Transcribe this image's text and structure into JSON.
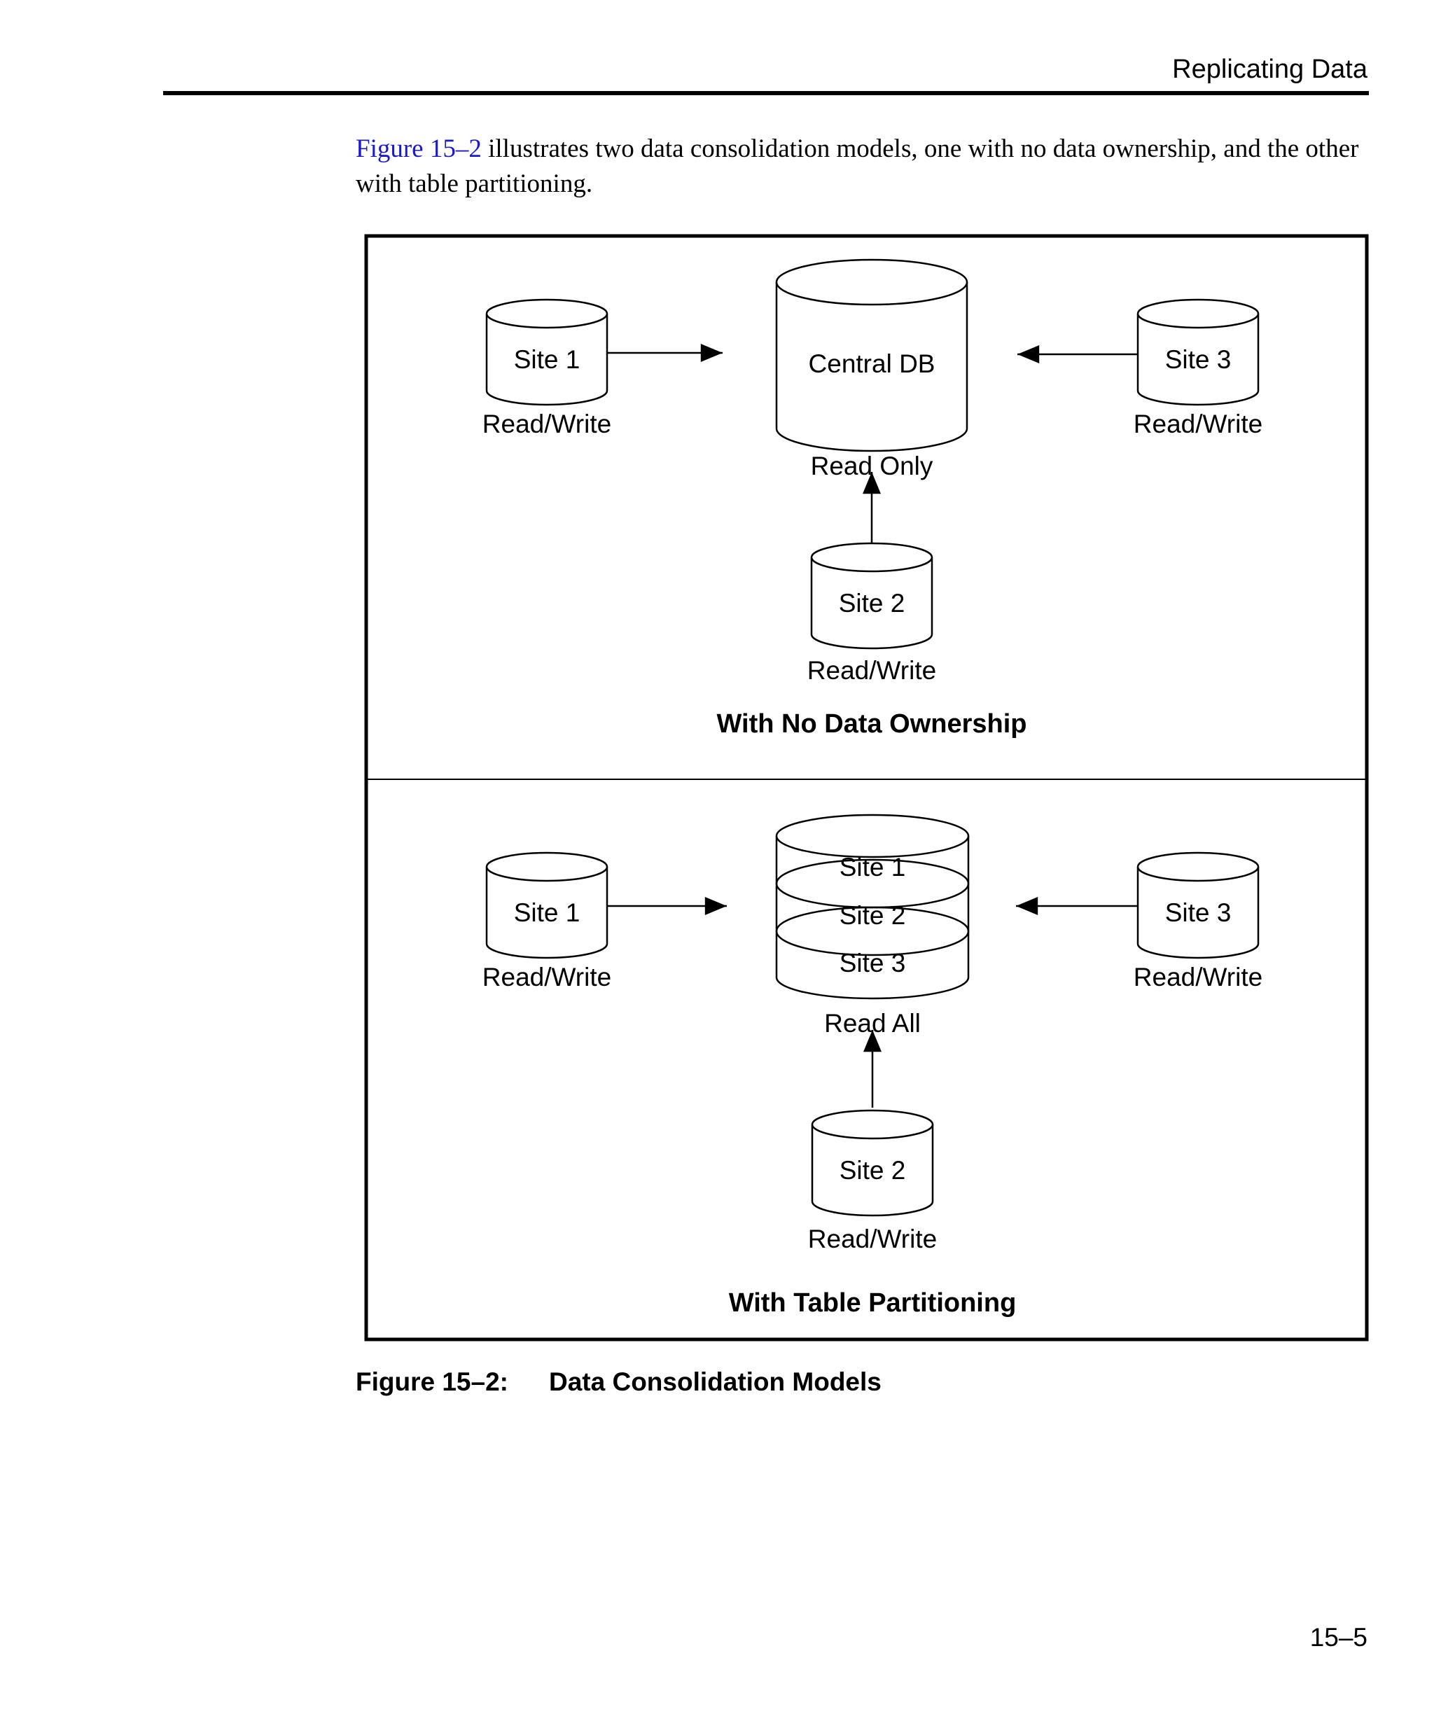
{
  "header": {
    "title": "Replicating Data"
  },
  "intro": {
    "figure_ref": "Figure 15–2",
    "text": " illustrates two data consolidation models, one with no data ownership, and the other with table partitioning."
  },
  "figure": {
    "top_panel": {
      "title": "With No Data Ownership",
      "central_db": {
        "label": "Central DB",
        "access": "Read Only"
      },
      "site1": {
        "label": "Site 1",
        "access": "Read/Write"
      },
      "site2": {
        "label": "Site 2",
        "access": "Read/Write"
      },
      "site3": {
        "label": "Site 3",
        "access": "Read/Write"
      }
    },
    "bottom_panel": {
      "title": "With Table Partitioning",
      "central_db": {
        "layers": [
          "Site 1",
          "Site 2",
          "Site 3"
        ],
        "access": "Read All"
      },
      "site1": {
        "label": "Site 1",
        "access": "Read/Write"
      },
      "site2": {
        "label": "Site 2",
        "access": "Read/Write"
      },
      "site3": {
        "label": "Site 3",
        "access": "Read/Write"
      }
    }
  },
  "caption": {
    "label": "Figure 15–2:",
    "title": "Data Consolidation Models"
  },
  "page_number": "15–5"
}
